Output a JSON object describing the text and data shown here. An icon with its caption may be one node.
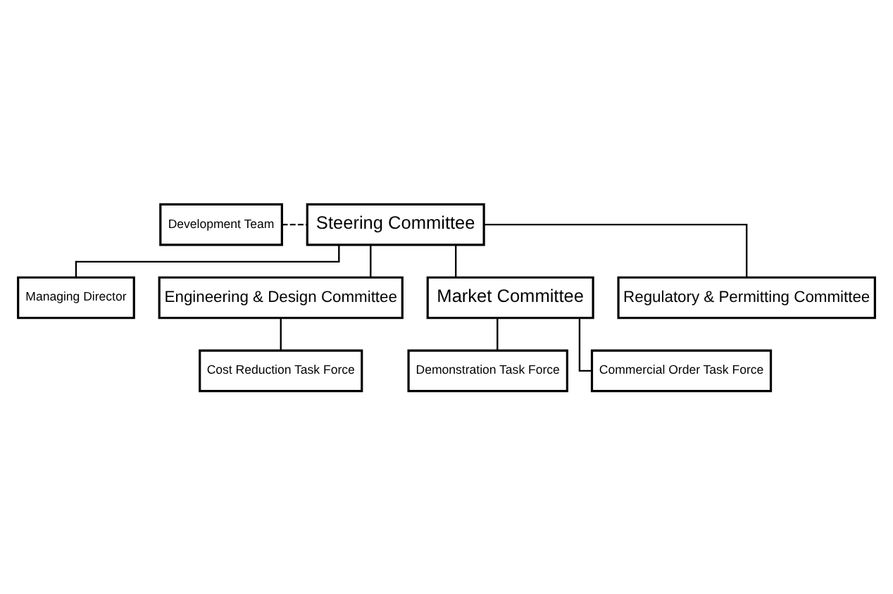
{
  "diagram": {
    "nodes": [
      {
        "text": [
          "Steering Committee"
        ]
      },
      {
        "text": [
          "Development Team"
        ]
      },
      {
        "text": [
          "Managing Director"
        ]
      },
      {
        "text": [
          "Engineering & Design Committee"
        ]
      },
      {
        "text": [
          "Market Committee"
        ]
      },
      {
        "text": [
          "Regulatory & Permitting Committee"
        ]
      },
      {
        "text": [
          "Cost Reduction Task Force"
        ]
      },
      {
        "text": [
          "Demonstration Task Force"
        ]
      },
      {
        "text": [
          "Commercial Order Task Force"
        ]
      }
    ],
    "edges": [
      {
        "from": 1,
        "to": 0,
        "arrow": "none",
        "style": "dashed"
      },
      {
        "from": 0,
        "to": 2,
        "arrow": "none"
      },
      {
        "from": 0,
        "to": 3,
        "arrow": "none"
      },
      {
        "from": 0,
        "to": 4,
        "arrow": "none"
      },
      {
        "from": 0,
        "to": 5,
        "arrow": "none"
      },
      {
        "from": 3,
        "to": 6,
        "arrow": "none"
      },
      {
        "from": 4,
        "to": 7,
        "arrow": "none"
      },
      {
        "from": 4,
        "to": 8,
        "arrow": "none"
      }
    ]
  }
}
